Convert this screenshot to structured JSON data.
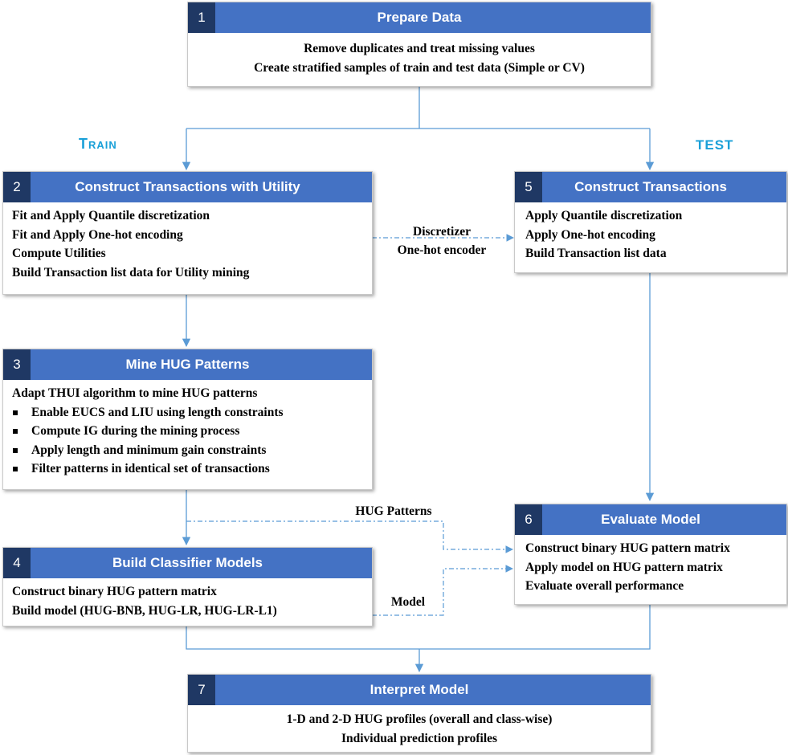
{
  "sides": {
    "train": "Train",
    "test": "TEST"
  },
  "boxes": {
    "b1": {
      "num": "1",
      "title": "Prepare Data",
      "lines": [
        "Remove duplicates and treat missing values",
        "Create stratified samples of train and test data (Simple or CV)"
      ]
    },
    "b2": {
      "num": "2",
      "title": "Construct Transactions with Utility",
      "lines": [
        "Fit and Apply Quantile discretization",
        "Fit and Apply One-hot encoding",
        "Compute Utilities",
        "Build Transaction list data for Utility mining"
      ]
    },
    "b3": {
      "num": "3",
      "title": "Mine HUG Patterns",
      "intro": "Adapt THUI algorithm to mine HUG patterns",
      "bullets": [
        "Enable EUCS and LIU using length constraints",
        "Compute IG during the mining process",
        "Apply length and minimum gain constraints",
        "Filter patterns in identical set of transactions"
      ]
    },
    "b4": {
      "num": "4",
      "title": "Build Classifier Models",
      "lines": [
        "Construct binary HUG pattern matrix",
        "Build model (HUG-BNB, HUG-LR, HUG-LR-L1)"
      ]
    },
    "b5": {
      "num": "5",
      "title": "Construct Transactions",
      "lines": [
        "Apply Quantile discretization",
        "Apply One-hot encoding",
        "Build Transaction list data"
      ]
    },
    "b6": {
      "num": "6",
      "title": "Evaluate Model",
      "lines": [
        "Construct binary HUG pattern matrix",
        "Apply model on HUG pattern matrix",
        "Evaluate overall performance"
      ]
    },
    "b7": {
      "num": "7",
      "title": "Interpret Model",
      "lines": [
        "1-D and 2-D HUG profiles (overall and class-wise)",
        "Individual prediction profiles"
      ]
    }
  },
  "connectors": {
    "discretizer": "Discretizer",
    "onehot": "One-hot encoder",
    "patterns": "HUG Patterns",
    "model": "Model"
  },
  "colors": {
    "header": "#4472c4",
    "number_badge": "#1f3864",
    "arrow": "#5b9bd5",
    "side_label": "#1aa0d8"
  }
}
